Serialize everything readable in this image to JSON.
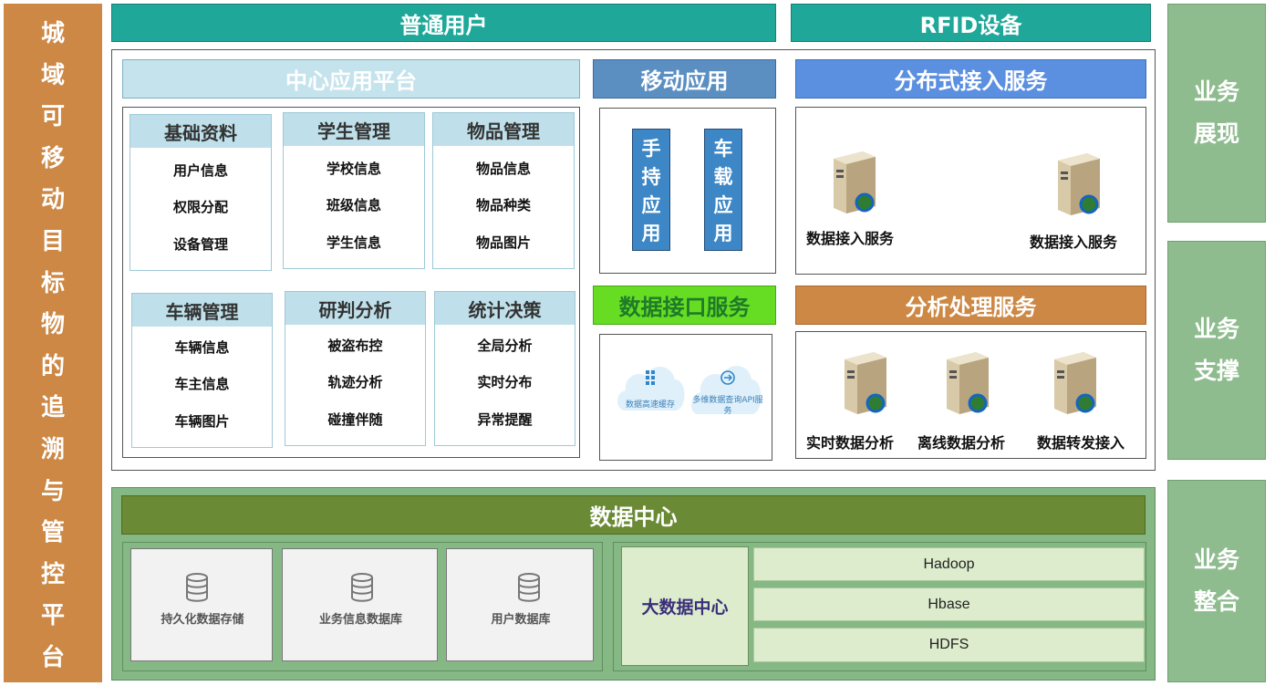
{
  "left_title": [
    "城",
    "域",
    "可",
    "移",
    "动",
    "目",
    "标",
    "物",
    "的",
    "追",
    "溯",
    "与",
    "管",
    "控",
    "平",
    "台"
  ],
  "top_bars": {
    "users": "普通用户",
    "rfid": "RFID设备"
  },
  "side_labels": {
    "presentation": [
      "业务",
      "展现"
    ],
    "support": [
      "业务",
      "支撑"
    ],
    "integration": [
      "业务",
      "整合"
    ]
  },
  "center_platform": {
    "title": "中心应用平台",
    "modules": [
      {
        "title": "基础资料",
        "items": [
          "用户信息",
          "权限分配",
          "设备管理"
        ]
      },
      {
        "title": "学生管理",
        "items": [
          "学校信息",
          "班级信息",
          "学生信息"
        ]
      },
      {
        "title": "物品管理",
        "items": [
          "物品信息",
          "物品种类",
          "物品图片"
        ]
      },
      {
        "title": "车辆管理",
        "items": [
          "车辆信息",
          "车主信息",
          "车辆图片"
        ]
      },
      {
        "title": "研判分析",
        "items": [
          "被盗布控",
          "轨迹分析",
          "碰撞伴随"
        ]
      },
      {
        "title": "统计决策",
        "items": [
          "全局分析",
          "实时分布",
          "异常提醒"
        ]
      }
    ]
  },
  "mobile_apps": {
    "title": "移动应用",
    "apps": [
      [
        "手",
        "持",
        "应",
        "用"
      ],
      [
        "车",
        "载",
        "应",
        "用"
      ]
    ]
  },
  "data_interface": {
    "title": "数据接口服务",
    "clouds": [
      "数据高速缓存",
      "多维数据查询API服务"
    ]
  },
  "distributed_access": {
    "title": "分布式接入服务",
    "servers": [
      "数据接入服务",
      "数据接入服务"
    ]
  },
  "analysis_service": {
    "title": "分析处理服务",
    "servers": [
      "实时数据分析",
      "离线数据分析",
      "数据转发接入"
    ]
  },
  "data_center": {
    "title": "数据中心",
    "stores": [
      "持久化数据存储",
      "业务信息数据库",
      "用户数据库"
    ],
    "bigdata": {
      "title": "大数据中心",
      "rows": [
        "Hadoop",
        "Hbase",
        "HDFS"
      ]
    }
  },
  "colors": {
    "left_title": "#cc8844",
    "teal": "#1fa899",
    "side": "#8fbc8f",
    "mobile": "#5b8fc2",
    "distributed": "#5b8fe0",
    "interface": "#66dd22",
    "analysis": "#cc8844",
    "data_center_header": "#6b8a35"
  }
}
